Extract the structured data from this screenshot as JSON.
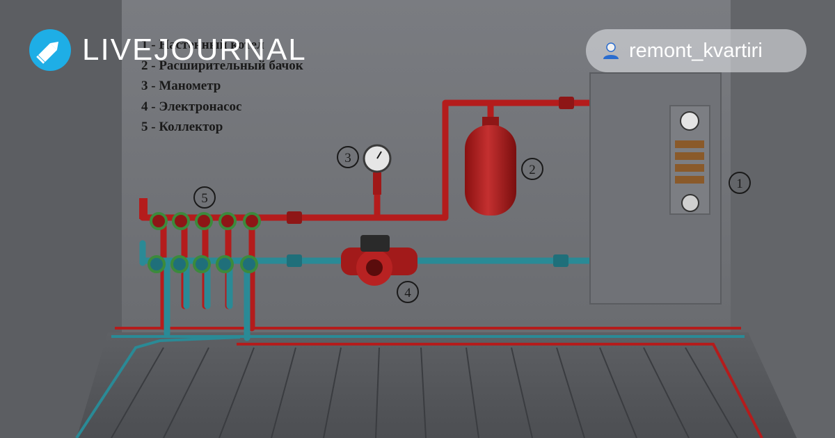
{
  "brand": {
    "name": "LIVEJOURNAL",
    "logo_icon": "livejournal-pencil-icon"
  },
  "user": {
    "username": "remont_kvartiri",
    "icon": "user-icon"
  },
  "diagram": {
    "legend": [
      "1 - Настенный котел",
      "2 - Расширительный бачок",
      "3 - Манометр",
      "4 - Электронасос",
      "5 - Коллектор"
    ],
    "callouts": [
      "1",
      "2",
      "3",
      "4",
      "5"
    ],
    "colors": {
      "supply": "#b41c1c",
      "return": "#2a8a96",
      "wall": "#6d6f74"
    }
  }
}
